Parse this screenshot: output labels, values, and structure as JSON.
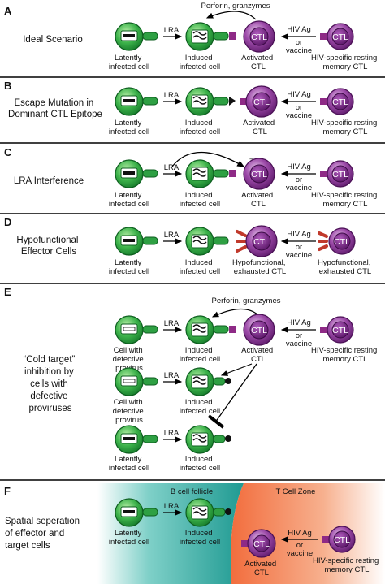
{
  "colors": {
    "cell_green": "#1e9e36",
    "cell_green_light": "#6cc95c",
    "ctl_purple": "#7a2a86",
    "ctl_purple_light": "#c99ad1",
    "receptor_purple": "#8e2a86",
    "mhc_green": "#2ea043",
    "follicle_teal": "#2aa6a0",
    "tzone_orange": "#f08a5d",
    "exhausted_red": "#c0392b",
    "divider": "#000000"
  },
  "panels": {
    "A": {
      "label": "A",
      "title": "Ideal Scenario",
      "latent_cell": "Latently infected cell",
      "lra": "LRA",
      "induced_cell": "Induced infected cell",
      "activated_ctl": "Activated CTL",
      "ctl": "CTL",
      "perforin": "Perforin, granzymes",
      "hiv_ag": "HIV Ag",
      "or": "or",
      "vaccine": "vaccine",
      "memory_ctl": "HIV-specific resting memory CTL"
    },
    "B": {
      "label": "B",
      "title": "Escape Mutation in Dominant CTL Epitope",
      "latent_cell": "Latently infected cell",
      "lra": "LRA",
      "induced_cell": "Induced infected cell",
      "activated_ctl": "Activated CTL",
      "ctl": "CTL",
      "hiv_ag": "HIV Ag",
      "or": "or",
      "vaccine": "vaccine",
      "memory_ctl": "HIV-specific resting memory CTL"
    },
    "C": {
      "label": "C",
      "title": "LRA Interference",
      "latent_cell": "Latently infected cell",
      "lra": "LRA",
      "induced_cell": "Induced infected cell",
      "activated_ctl": "Activated CTL",
      "ctl": "CTL",
      "minus": "–",
      "hiv_ag": "HIV Ag",
      "or": "or",
      "vaccine": "vaccine",
      "memory_ctl": "HIV-specific resting memory CTL"
    },
    "D": {
      "label": "D",
      "title": "Hypofunctional Effector Cells",
      "latent_cell": "Latently infected cell",
      "lra": "LRA",
      "induced_cell": "Induced infected cell",
      "activated_ctl": "Hypofunctional, exhausted CTL",
      "ctl": "CTL",
      "hiv_ag": "HIV Ag",
      "or": "or",
      "vaccine": "vaccine",
      "memory_ctl": "Hypofunctional, exhausted CTL"
    },
    "E": {
      "label": "E",
      "title": "“Cold target” inhibition by cells with defective proviruses",
      "defective_cell": "Cell with defective provirus",
      "latent_cell": "Latently infected cell",
      "lra": "LRA",
      "induced_cell": "Induced infected cell",
      "activated_ctl": "Activated CTL",
      "ctl": "CTL",
      "perforin": "Perforin, granzymes",
      "hiv_ag": "HIV Ag",
      "or": "or",
      "vaccine": "vaccine",
      "memory_ctl": "HIV-specific resting memory CTL"
    },
    "F": {
      "label": "F",
      "title": "Spatial seperation of effector and target cells",
      "b_follicle": "B cell follicle",
      "t_zone": "T Cell Zone",
      "latent_cell": "Latently infected cell",
      "lra": "LRA",
      "induced_cell": "Induced infected cell",
      "activated_ctl": "Activated CTL",
      "ctl": "CTL",
      "hiv_ag": "HIV Ag",
      "or": "or",
      "vaccine": "vaccine",
      "memory_ctl": "HIV-specific resting memory CTL"
    }
  }
}
